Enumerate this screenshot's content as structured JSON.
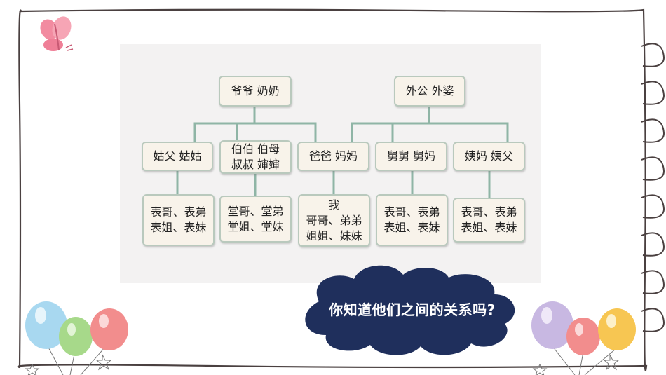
{
  "diagram": {
    "grandparents_paternal": "爷爷 奶奶",
    "grandparents_maternal": "外公 外婆",
    "aunt_uncle_paternal_gu": "姑父  姑姑",
    "uncles_paternal": [
      "伯伯  伯母",
      "叔叔  婶婶"
    ],
    "parents": "爸爸 妈妈",
    "uncles_maternal": "舅舅 舅妈",
    "aunt_maternal": "姨妈  姨父",
    "cousins_gu": [
      "表哥、表弟",
      "表姐、表妹"
    ],
    "cousins_tang": [
      "堂哥、堂弟",
      "堂姐、堂妹"
    ],
    "self_siblings": [
      "我",
      "哥哥、弟弟",
      "姐姐、妹妹"
    ],
    "cousins_jiu": [
      "表哥、表弟",
      "表姐、表妹"
    ],
    "cousins_yi": [
      "表哥、表弟",
      "表姐、表妹"
    ]
  },
  "cloud_question": "你知道他们之间的关系吗?",
  "colors": {
    "connector": "#8fb5a6",
    "node_fill": "#f8f3ea",
    "node_border": "#b9c9bd",
    "cloud": "#1f2f5c",
    "butterfly": "#f28ba0"
  }
}
